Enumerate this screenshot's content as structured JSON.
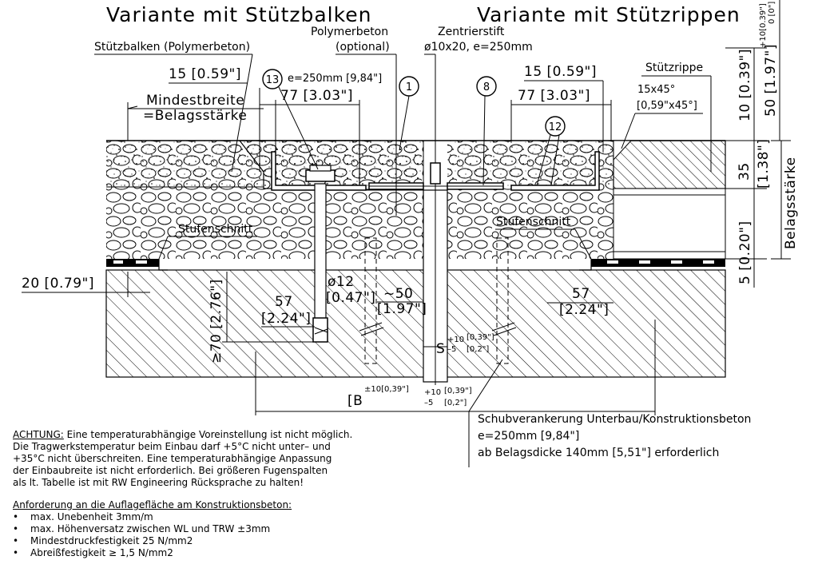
{
  "titles": {
    "left": "Variante mit Stützbalken",
    "right": "Variante mit Stützrippen"
  },
  "labels": {
    "support_beam": "Stützbalken (Polymerbeton)",
    "polymer_concrete": "Polymerbeton",
    "optional": "(optional)",
    "centering_pin": "Zentrierstift",
    "pin_spec": "ø10x20, e=250mm",
    "support_rib": "Stützrippe",
    "chamfer": "15x45°",
    "chamfer_inch": "[0,59\"x45°]",
    "min_width_1": "Mindestbreite",
    "min_width_2": "=Belagsstärke",
    "spacing_13": "e=250mm [9,84\"]",
    "step_cut_left": "Stufenschnitt",
    "step_cut_right": "Stufenschnitt",
    "pavement_thickness": "Belagsstärke",
    "b": "[B",
    "s": "S"
  },
  "callouts": [
    "13",
    "1",
    "8",
    "12"
  ],
  "dims": {
    "d15_left": "15 [0.59\"]",
    "d15_right": "15 [0.59\"]",
    "d77_left": "77 [3.03\"]",
    "d77_right": "77 [3.03\"]",
    "d20": "20 [0.79\"]",
    "d57_left": "57",
    "d57_left_in": "[2.24\"]",
    "d57_right": "57",
    "d57_right_in": "[2.24\"]",
    "d12": "ø12",
    "d12_in": "[0.47\"]",
    "d50": "~50",
    "d50_in": "[1.97\"]",
    "d70": "≥70 [2.76\"]",
    "d35": "35",
    "d35_in": "[1.38\"]",
    "right_10": "10 [0.39\"]",
    "right_50": "50 [1.97\"]",
    "right_20": "5 [0.20\"]",
    "right_5": "5",
    "tol_top": "+10[0.39\"]",
    "tol_top_b": "0 [0\"]",
    "tol_b_top": "±10[0,39\"]",
    "tol_b_plus": "+10",
    "tol_b_plus_in": "[0,39\"]",
    "tol_b_minus": "–5",
    "tol_b_minus_in": "[0,2\"]",
    "tol_s_plus": "+10",
    "tol_s_plus_in": "[0,39\"]",
    "tol_s_minus": "–5",
    "tol_s_minus_in": "[0,2\"]"
  },
  "shear": {
    "line1": "Schubverankerung Unterbau/Konstruktionsbeton",
    "line2": "e=250mm [9,84\"]",
    "line3": "ab Belagsdicke 140mm [5,51\"] erforderlich"
  },
  "notes": {
    "warning_label": "ACHTUNG:",
    "warning_text1": " Eine temperaturabhängige Voreinstellung ist nicht möglich.",
    "warning_text2": "Die Tragwerkstemperatur beim Einbau darf +5°C nicht unter– und",
    "warning_text3": "+35°C nicht überschreiten. Eine temperaturabhängige Anpassung",
    "warning_text4": "der Einbaubreite ist nicht erforderlich. Bei größeren Fugenspalten",
    "warning_text5": "als lt. Tabelle ist mit RW Engineering Rücksprache zu halten!",
    "req_title": "Anforderung an die Auflagefläche am Konstruktionsbeton:",
    "req_items": [
      "max. Unebenheit 3mm/m",
      "max. Höhenversatz zwischen WL und TRW ±3mm",
      "Mindestdruckfestigkeit 25 N/mm2",
      "Abreißfestigkeit ≥ 1,5 N/mm2"
    ]
  }
}
